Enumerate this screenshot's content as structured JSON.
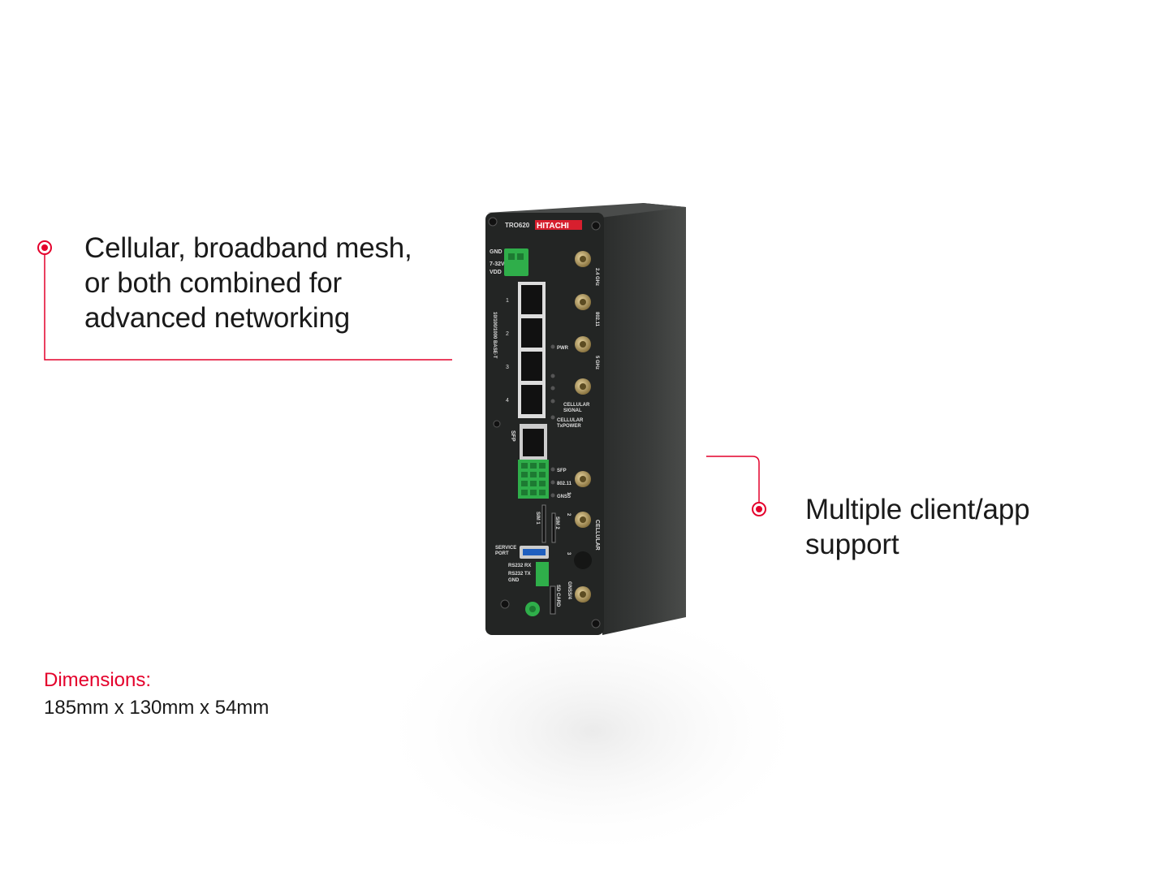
{
  "callouts": [
    {
      "lines": [
        "Cellular, broadband mesh,",
        "or both combined for",
        "advanced networking"
      ]
    },
    {
      "lines": [
        "Multiple client/app",
        "support"
      ]
    }
  ],
  "dimensions": {
    "label": "Dimensions:",
    "value": "185mm x 130mm x 54mm"
  },
  "device": {
    "model": "TRO620",
    "brand": "HITACHI",
    "labels": {
      "gnd": "GND",
      "power": "7-32V",
      "vdd": "VDD",
      "ethernet": "10/100/1000 BASE-T",
      "port1": "1",
      "port2": "2",
      "port3": "3",
      "port4": "4",
      "sfp": "SFP",
      "led_pwr": "PWR",
      "led_cell_signal_1": "CELLULAR",
      "led_cell_signal_2": "SIGNAL",
      "led_cell_tx_1": "CELLULAR",
      "led_cell_tx_2": "TxPOWER",
      "led_sfp": "SFP",
      "led_80211": "802.11",
      "led_gnss": "GNSS",
      "ant_24ghz": "2.4 GHz",
      "ant_80211": "802.11",
      "ant_5ghz": "5 GHz",
      "sim1": "SIM 1",
      "sim2": "SIM 2",
      "cellular": "CELLULAR",
      "service_port_1": "SERVICE",
      "service_port_2": "PORT",
      "rs232_rx": "RS232 RX",
      "rs232_tx": "RS232 TX",
      "rs232_gnd": "GND",
      "sd_card": "SD CARD",
      "gnss": "GNSS/4",
      "cell_num_1": "1",
      "cell_num_2": "2",
      "cell_num_3": "3"
    }
  },
  "colors": {
    "accent": "#e4002b",
    "text": "#1a1a1a",
    "device_body": "#2b2d2c",
    "connector_green": "#2fae4a",
    "antenna_gold": "#b8a063"
  }
}
